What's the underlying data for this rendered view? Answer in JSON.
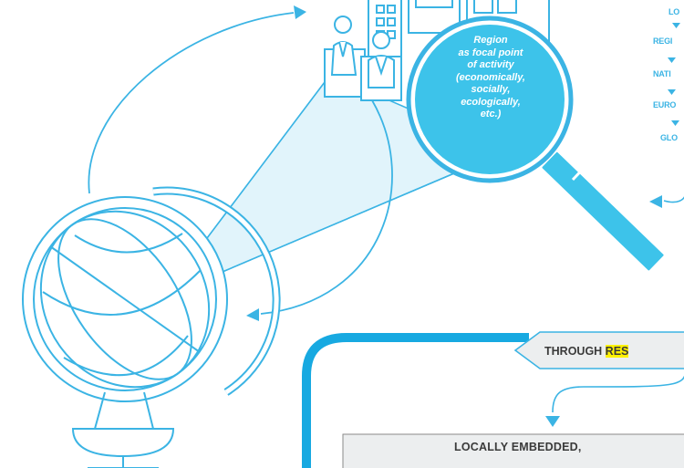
{
  "lens": {
    "lines": [
      "Region",
      "as focal point",
      "of activity",
      "(economically,",
      "socially,",
      "ecologically,",
      "etc.)"
    ]
  },
  "scale_levels": [
    "LO",
    "REGI",
    "NATI",
    "EURO",
    "GLO"
  ],
  "banner": {
    "text_before": "THROUGH ",
    "highlight": "RES"
  },
  "bottom_box": {
    "text": "LOCALLY EMBEDDED,"
  },
  "colors": {
    "line": "#3bb4e4",
    "fill": "#3dc3ea",
    "highlight": "#fff200",
    "box": "#eceeef",
    "text": "#3a3a3a"
  }
}
